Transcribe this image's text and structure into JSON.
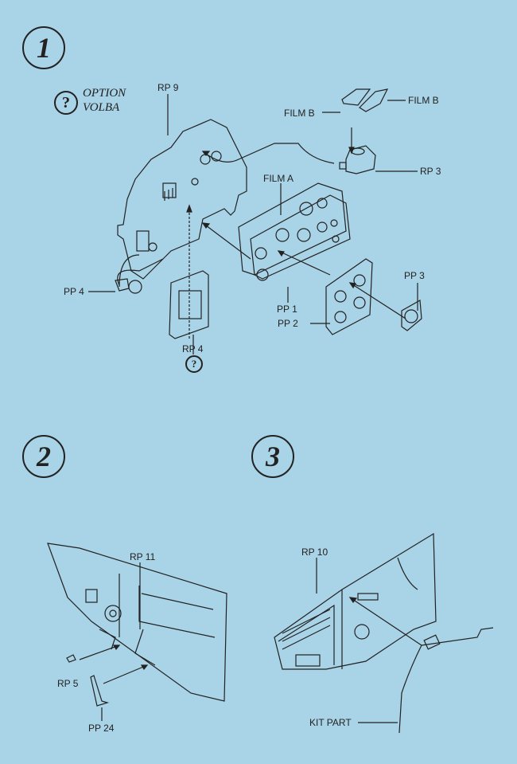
{
  "steps": [
    {
      "number": "1"
    },
    {
      "number": "2"
    },
    {
      "number": "3"
    }
  ],
  "legend": {
    "symbol": "?",
    "option": "OPTION",
    "volba": "VOLBA"
  },
  "step1": {
    "labels": {
      "rp9": "RP 9",
      "film_b_left": "FILM B",
      "film_b_right": "FILM B",
      "rp3": "RP 3",
      "film_a": "FILM A",
      "pp4": "PP 4",
      "pp1": "PP 1",
      "pp3": "PP 3",
      "pp2": "PP 2",
      "rp4": "RP 4"
    },
    "rp4_option_symbol": "?"
  },
  "step2": {
    "labels": {
      "rp11": "RP 11",
      "rp5": "RP 5",
      "pp24": "PP 24"
    }
  },
  "step3": {
    "labels": {
      "rp10": "RP 10",
      "kit_part": "KIT PART"
    }
  },
  "colors": {
    "background": "#a9d3e6",
    "ink": "#222222"
  }
}
